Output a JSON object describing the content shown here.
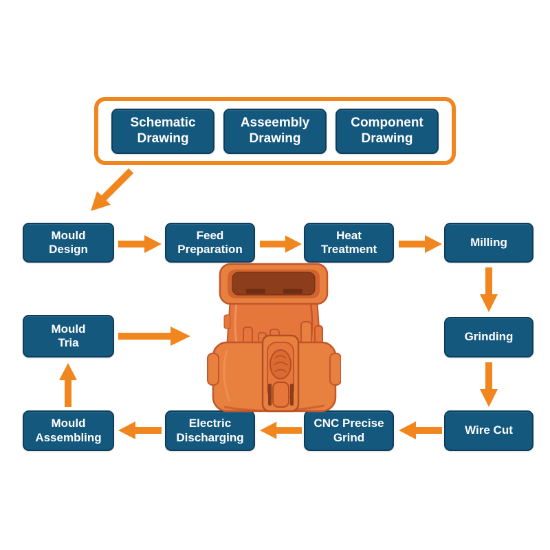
{
  "page": {
    "background": "#FFFFFF"
  },
  "colors": {
    "accent_orange": "#F0861D",
    "box_blue": "#14587E",
    "box_border": "#0E3C5C",
    "label_white": "#FFFFFF",
    "product_orange": "#E5763C"
  },
  "drawing_group": {
    "boxes": [
      {
        "label": "Schematic\nDrawing"
      },
      {
        "label": "Asseembly\nDrawing"
      },
      {
        "label": "Component\nDrawing"
      }
    ]
  },
  "flow": {
    "mould_design": "Mould\nDesign",
    "feed_preparation": "Feed\nPreparation",
    "heat_treatment": "Heat\nTreatment",
    "milling": "Milling",
    "grinding": "Grinding",
    "wire_cut": "Wire Cut",
    "cnc_precise_grind": "CNC Precise\nGrind",
    "electric_discharging": "Electric\nDischarging",
    "mould_assembling": "Mould\nAssembling",
    "mould_tria": "Mould\nTria"
  },
  "icons": {
    "arrow_right": "arrow-right-icon",
    "arrow_left": "arrow-left-icon",
    "arrow_down": "arrow-down-icon",
    "arrow_up": "arrow-up-icon",
    "arrow_diagonal_down_left": "arrow-diagonal-down-left-icon",
    "center_image": "orange-connector-housing"
  }
}
